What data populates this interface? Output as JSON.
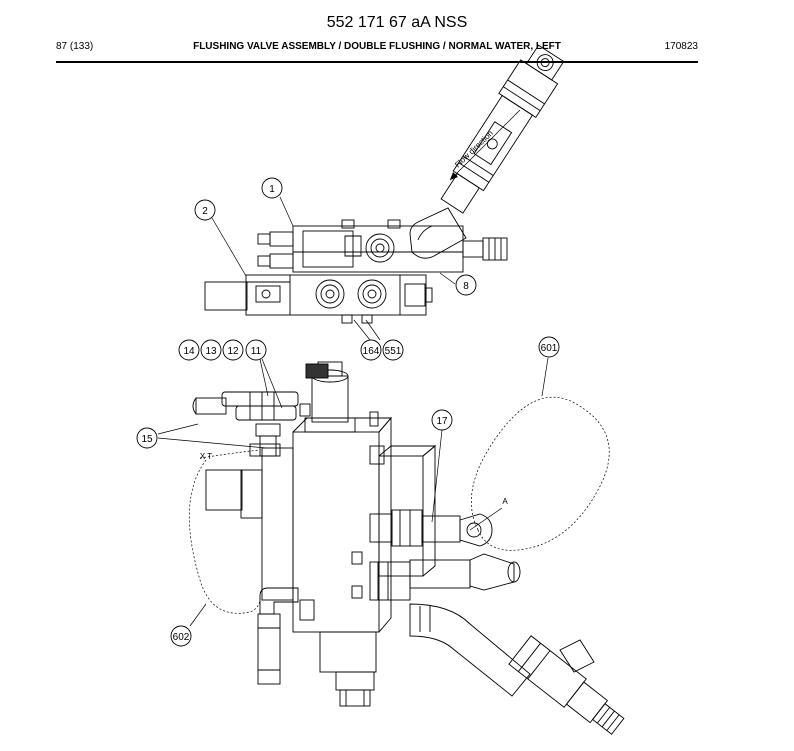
{
  "header": {
    "title": "552 171 67 aA NSS",
    "page": "87 (133)",
    "section": "FLUSHING VALVE ASSEMBLY / DOUBLE FLUSHING / NORMAL WATER, LEFT",
    "date": "170823"
  },
  "diagram": {
    "annotation_flow": "Flow direction",
    "marker_a": "A",
    "marker_xt": "X T",
    "callouts": [
      "1",
      "2",
      "8",
      "164",
      "551",
      "14",
      "13",
      "12",
      "11",
      "15",
      "17",
      "601",
      "602"
    ]
  }
}
